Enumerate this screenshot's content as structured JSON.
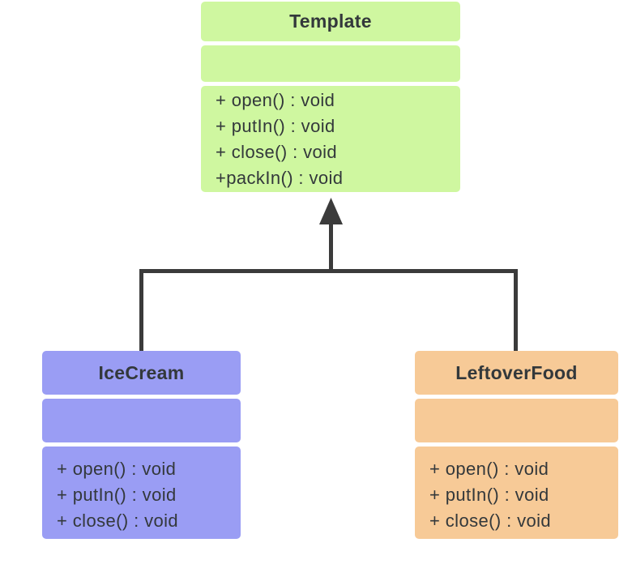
{
  "diagram_type": "uml-class-diagram",
  "colors": {
    "background": "#ffffff",
    "template_fill": "#cff7a0",
    "icecream_fill": "#9a9df4",
    "leftoverfood_fill": "#f7ca97",
    "connector": "#3b3b3b",
    "text": "#33383b"
  },
  "classes": {
    "template": {
      "name": "Template",
      "attributes": [],
      "methods": [
        "+ open() : void",
        "+ putIn() : void",
        "+ close() : void",
        "+packIn() : void"
      ]
    },
    "icecream": {
      "name": "IceCream",
      "attributes": [],
      "methods": [
        "+ open() : void",
        "+ putIn() : void",
        "+ close() : void"
      ]
    },
    "leftoverfood": {
      "name": "LeftoverFood",
      "attributes": [],
      "methods": [
        "+ open() : void",
        "+ putIn() : void",
        "+ close() : void"
      ]
    }
  },
  "relationships": [
    {
      "type": "generalization",
      "from": "IceCream",
      "to": "Template"
    },
    {
      "type": "generalization",
      "from": "LeftoverFood",
      "to": "Template"
    }
  ]
}
